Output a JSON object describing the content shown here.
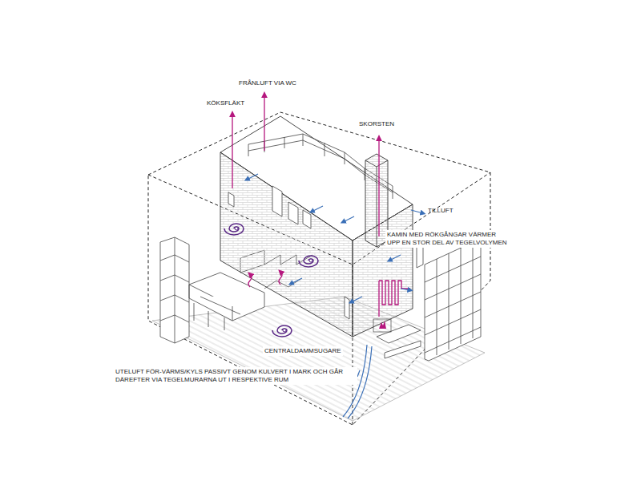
{
  "diagram": {
    "labels": [
      "FRÅNLUFT VIA WC",
      "KÖKSFLÄKT",
      "SKORSTEN",
      "TILLUFT",
      "KAMIN MED RÖKGÅNGAR VÄRMER UPP EN STOR DEL AV TEGELVOLYMEN",
      "CENTRALDAMMSUGARE",
      "UTELUFT FÖR-VÄRMS/KYLS PASSIVT GENOM KULVERT I MARK OCH GÅR DÄREFTER VIA TEGELMURARNA UT I RESPEKTIVE RUM"
    ]
  }
}
